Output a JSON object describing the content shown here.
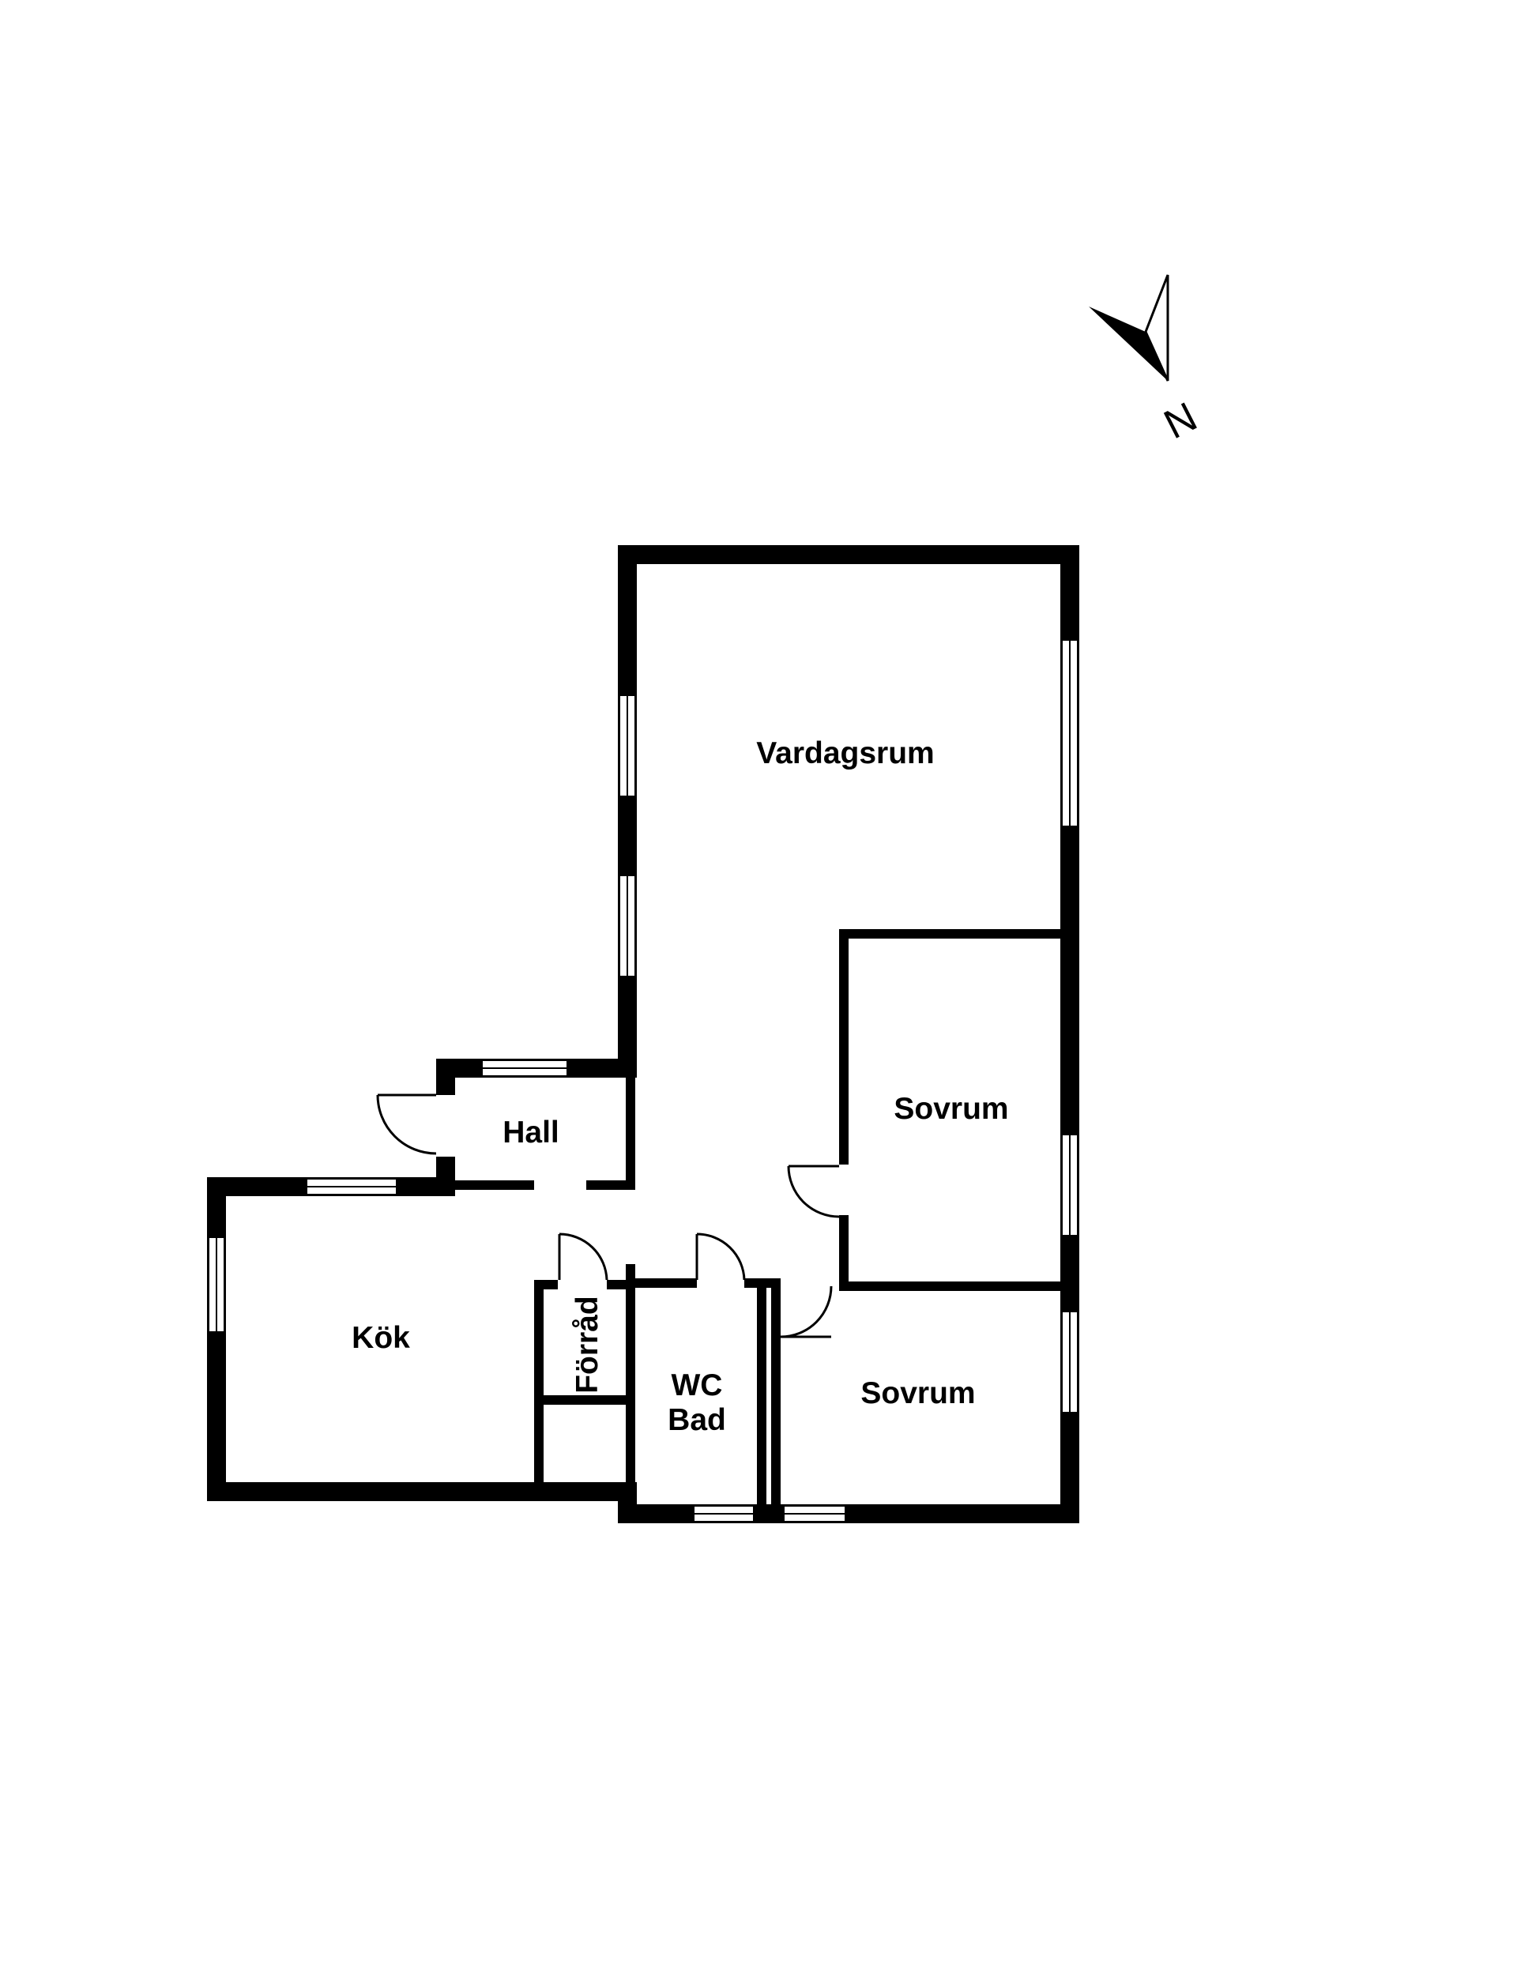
{
  "colors": {
    "wall": "#000000",
    "background": "#ffffff"
  },
  "compass": {
    "label": "N",
    "icon": "north-arrow-icon"
  },
  "rooms": {
    "living_room": {
      "label": "Vardagsrum"
    },
    "bedroom_upper": {
      "label": "Sovrum"
    },
    "bedroom_lower": {
      "label": "Sovrum"
    },
    "hall": {
      "label": "Hall"
    },
    "kitchen": {
      "label": "Kök"
    },
    "storage": {
      "label": "Förråd"
    },
    "bathroom": {
      "line1": "WC",
      "line2": "Bad"
    }
  }
}
